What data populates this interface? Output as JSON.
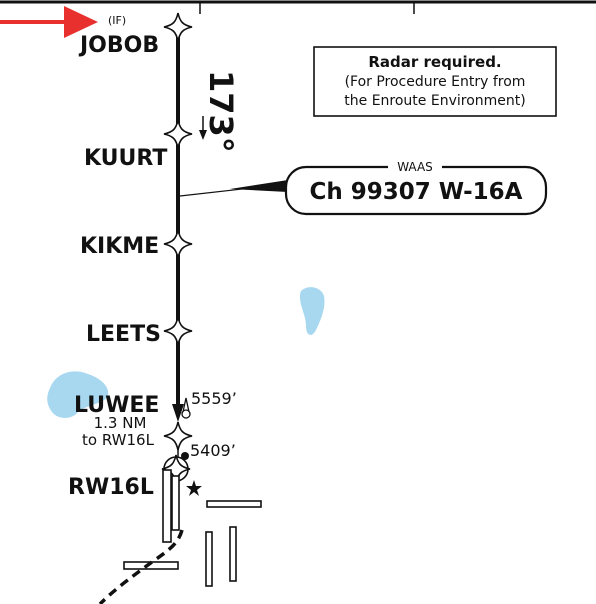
{
  "fixes": {
    "jobob": "JOBOB",
    "jobob_role": "(IF)",
    "kuurt": "KUURT",
    "kikme": "KIKME",
    "leets": "LEETS",
    "luwee": "LUWEE",
    "luwee_dist_line1": "1.3 NM",
    "luwee_dist_line2": "to RW16L",
    "rw16l": "RW16L"
  },
  "course": "173°",
  "elevations": {
    "obstacle": "5559’",
    "threshold": "5409’"
  },
  "radar_note": {
    "title": "Radar required.",
    "line1": "(For Procedure Entry from",
    "line2": "the Enroute Environment)"
  },
  "waas": {
    "label": "WAAS",
    "channel": "Ch 99307 W-16A"
  },
  "colors": {
    "ink": "#111111",
    "water": "#a8d8f0",
    "arrow": "#e8312f"
  }
}
